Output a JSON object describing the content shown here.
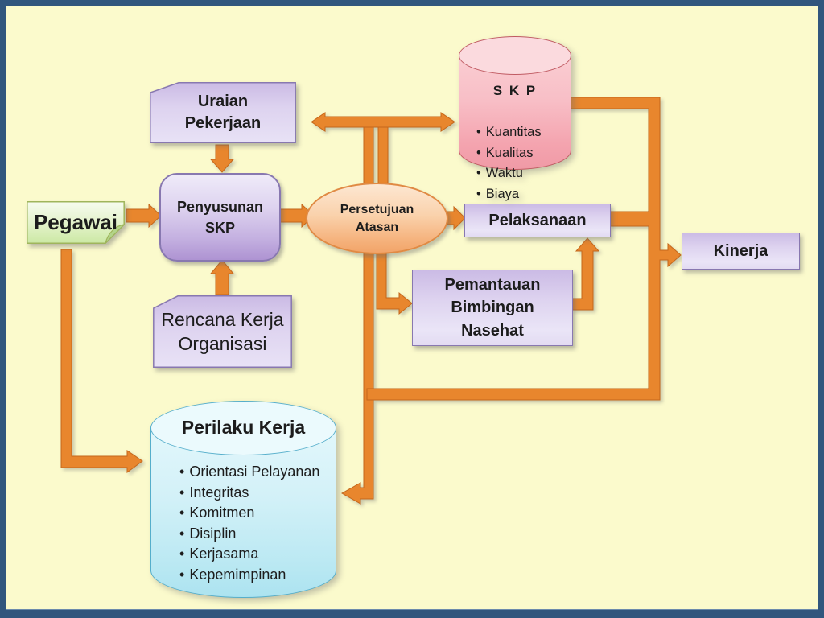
{
  "slide": {
    "background_color": "#FBFACC",
    "frame_color": "#31567D",
    "arrow_color": "#E8862D"
  },
  "nodes": {
    "pegawai": {
      "label": "Pegawai"
    },
    "uraian_pekerjaan": {
      "label": "Uraian\nPekerjaan"
    },
    "penyusunan_skp": {
      "label": "Penyusunan\nSKP"
    },
    "rencana_kerja": {
      "label": "Rencana Kerja\nOrganisasi"
    },
    "persetujuan_atasan": {
      "label": "Persetujuan\nAtasan"
    },
    "skp": {
      "title": "S K P",
      "bullet": "•",
      "items": [
        "Kuantitas",
        "Kualitas",
        "Waktu",
        "Biaya"
      ]
    },
    "pelaksanaan": {
      "label": "Pelaksanaan"
    },
    "pemantauan": {
      "label": "Pemantauan\nBimbingan\nNasehat"
    },
    "kinerja": {
      "label": "Kinerja"
    },
    "perilaku_kerja": {
      "title": "Perilaku Kerja",
      "bullet": "•",
      "items": [
        "Orientasi Pelayanan",
        "Integritas",
        "Komitmen",
        "Disiplin",
        "Kerjasama",
        "Kepemimpinan"
      ]
    }
  }
}
